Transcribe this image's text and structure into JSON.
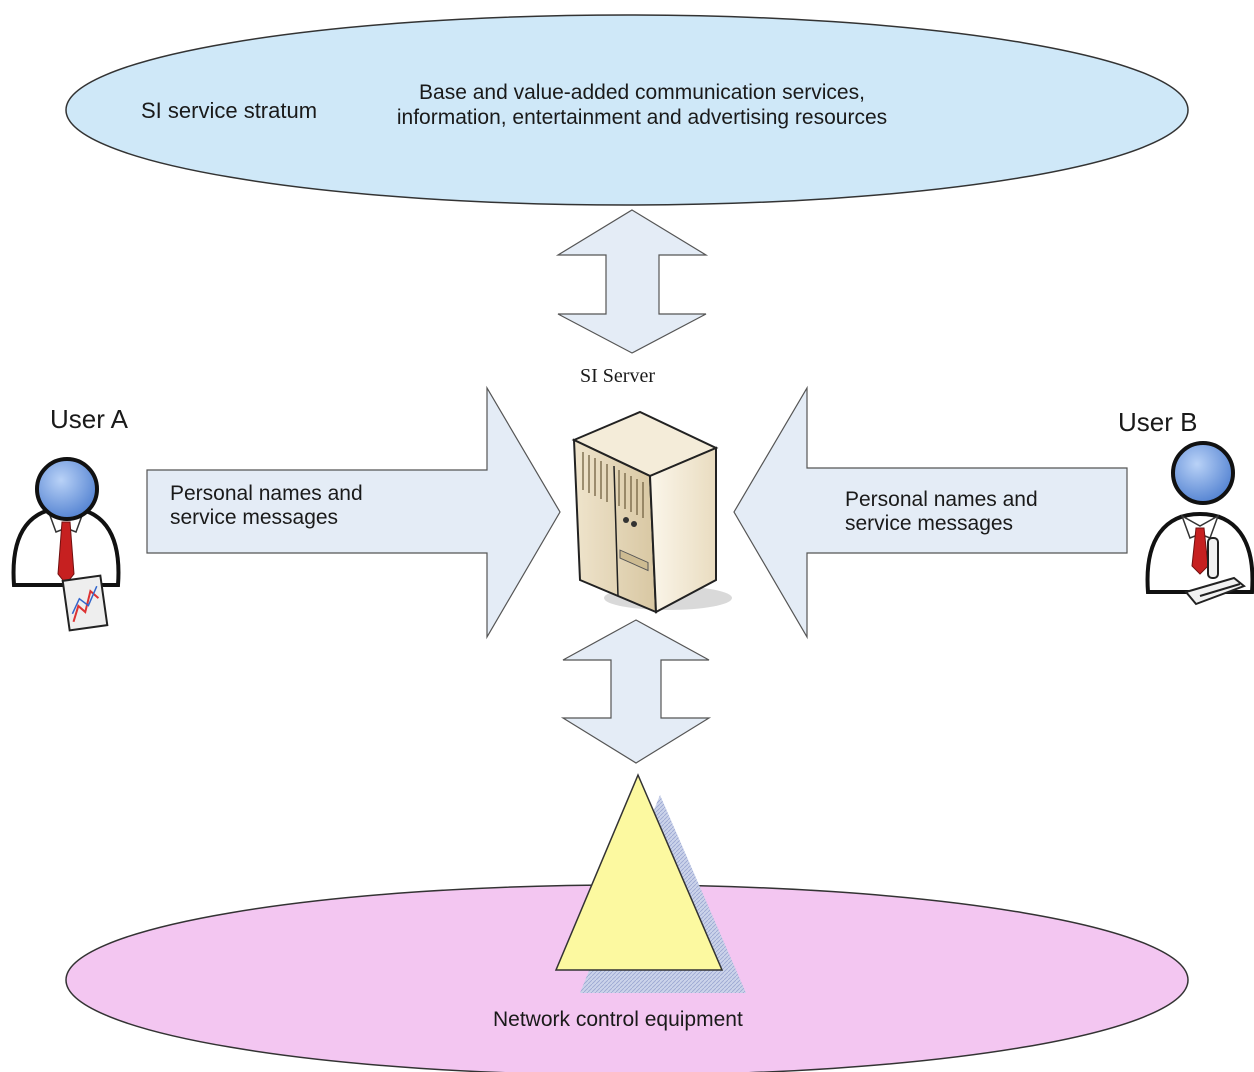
{
  "stratum": {
    "title": "SI service stratum",
    "description": "Base and value-added communication services, information, entertainment and advertising resources"
  },
  "server": {
    "label": "SI Server"
  },
  "users": {
    "a": {
      "name": "User A",
      "message": "Personal names and\nservice messages"
    },
    "b": {
      "name": "User B",
      "message": "Personal names and\nservice messages"
    }
  },
  "network": {
    "label": "Network control equipment"
  },
  "colors": {
    "stratum_fill": "#cfe8f8",
    "network_fill": "#f3c6f1",
    "arrow_fill": "#e4ecf6",
    "triangle_fill": "#fcf9a0",
    "server_body": "#e9dcc0"
  }
}
